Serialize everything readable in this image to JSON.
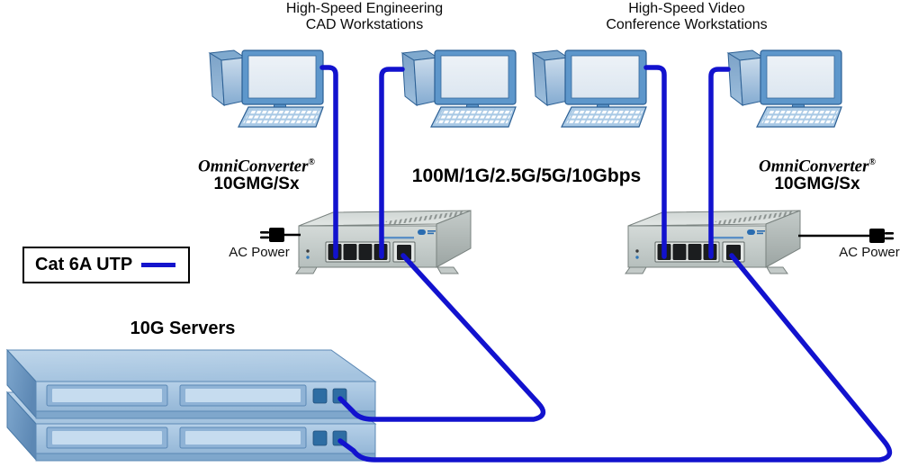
{
  "groups": {
    "cad": {
      "title_line1": "High-Speed Engineering",
      "title_line2": "CAD Workstations"
    },
    "video": {
      "title_line1": "High-Speed Video",
      "title_line2": "Conference Workstations"
    }
  },
  "converter_left": {
    "brand": "OmniConverter",
    "trademark": "®",
    "model": "10GMG/Sx",
    "power": "AC Power"
  },
  "converter_right": {
    "brand": "OmniConverter",
    "trademark": "®",
    "model": "10GMG/Sx",
    "power": "AC Power"
  },
  "link_speeds": "100M/1G/2.5G/5G/10Gbps",
  "legend": {
    "cable_type": "Cat 6A UTP",
    "line_color": "#1414CC"
  },
  "servers": {
    "label": "10G Servers"
  },
  "colors": {
    "cable_blue": "#1212CE",
    "device_gray": "#C5CDCB",
    "server_blue": "#A9C7E1",
    "workstation_blue": "#5E97CB",
    "screen_light": "#E8EEF5"
  }
}
